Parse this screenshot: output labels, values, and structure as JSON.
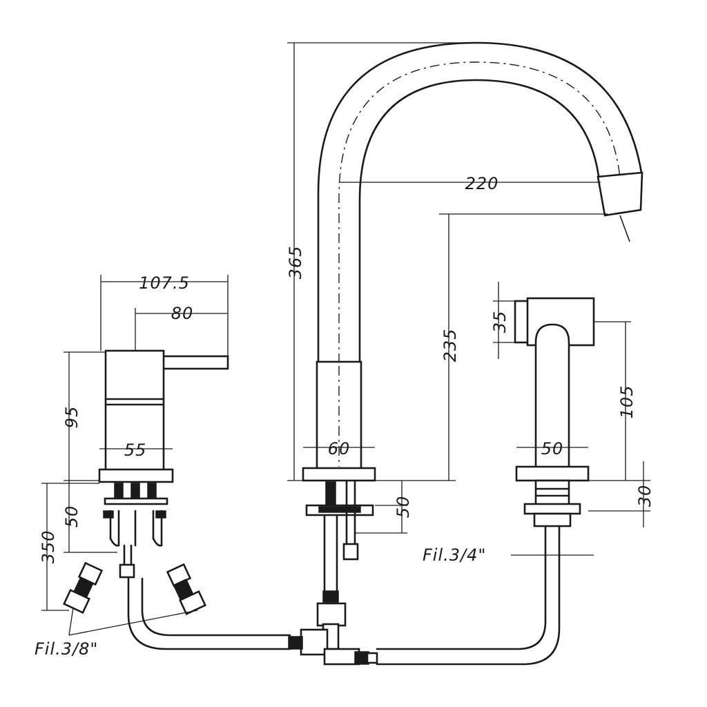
{
  "dimensions": {
    "lever_total_width": "107.5",
    "lever_arm_width": "80",
    "mixer_body_height": "95",
    "mixer_base_width": "55",
    "mixer_shank_length": "50",
    "hose_drop": "350",
    "inlet_thread": "Fil.3/8\"",
    "spout_height": "365",
    "spout_reach": "220",
    "spout_outlet_height": "235",
    "spout_base_width": "60",
    "spout_shank_length": "50",
    "spray_head_diameter": "35",
    "spray_holder_height": "105",
    "spray_base_width": "50",
    "spray_base_height": "30",
    "outlet_thread": "Fil.3/4\""
  }
}
